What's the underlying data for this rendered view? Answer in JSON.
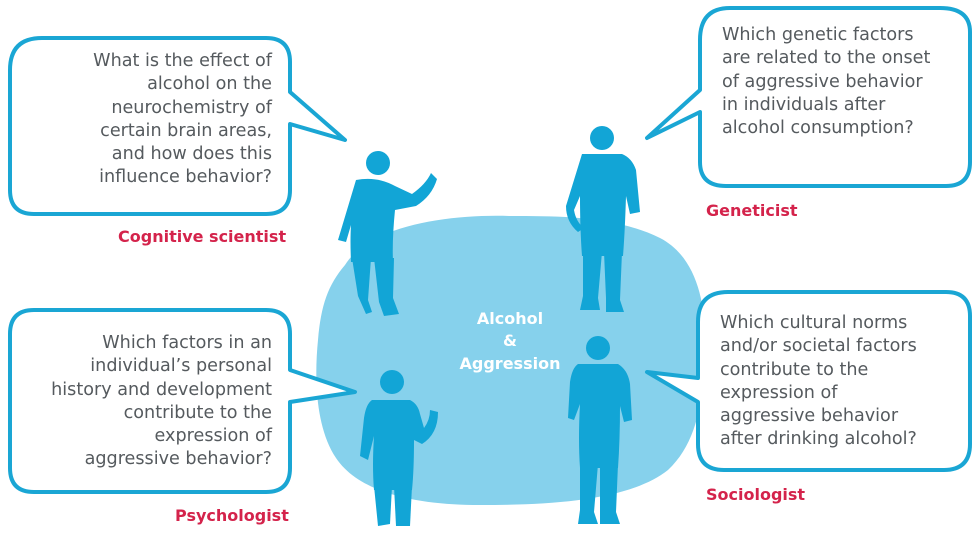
{
  "center_topic": {
    "line1": "Alcohol",
    "line2": "&",
    "line3": "Aggression"
  },
  "perspectives": {
    "cognitive_scientist": {
      "role": "Cognitive scientist",
      "question_lines": [
        "What is the effect of",
        "alcohol on the",
        "neurochemistry of",
        "certain brain areas,",
        "and how does this",
        "influence behavior?"
      ]
    },
    "geneticist": {
      "role": "Geneticist",
      "question_lines": [
        "Which genetic factors",
        "are related to the onset",
        "of aggressive behavior",
        "in individuals after",
        "alcohol consumption?"
      ]
    },
    "psychologist": {
      "role": "Psychologist",
      "question_lines": [
        "Which factors in an",
        "individual’s personal",
        "history and development",
        "contribute to the",
        "expression of",
        "aggressive behavior?"
      ]
    },
    "sociologist": {
      "role": "Sociologist",
      "question_lines": [
        "Which cultural norms",
        "and/or societal factors",
        "contribute to the",
        "expression of",
        "aggressive behavior",
        "after drinking alcohol?"
      ]
    }
  },
  "colors": {
    "bubble_border": "#1aa6d4",
    "figure": "#12a5d6",
    "center_blob": "#86d1ec",
    "role_label": "#d4234b",
    "question_text": "#555a5e"
  },
  "icons": {
    "person": "standing-person-icon"
  }
}
